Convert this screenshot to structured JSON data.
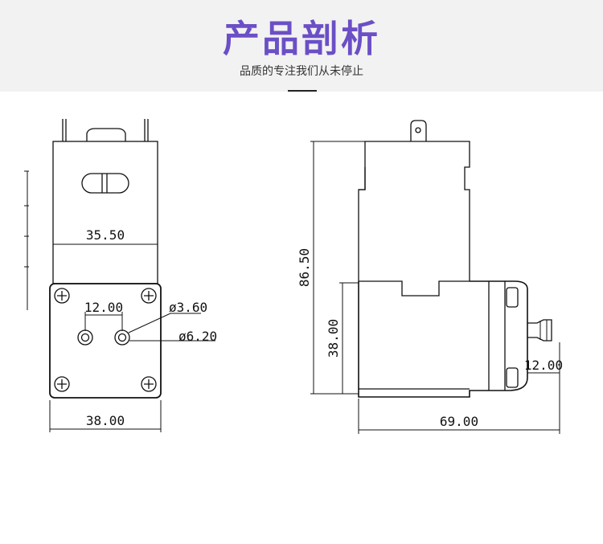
{
  "header": {
    "title": "产品剖析",
    "subtitle": "品质的专注我们从未停止"
  },
  "colors": {
    "title": "#6b4fc6",
    "banner_bg": "#f2f2f2",
    "line": "#111111"
  },
  "front_view": {
    "body_width_label": "35.50",
    "head_width_label": "38.00",
    "port_spacing_label": "12.00",
    "inner_diameter_label": "ø3.60",
    "outer_diameter_label": "ø6.20"
  },
  "side_view": {
    "total_height_label": "86.50",
    "head_height_label": "38.00",
    "total_length_label": "69.00",
    "nozzle_length_label": "12.00"
  }
}
